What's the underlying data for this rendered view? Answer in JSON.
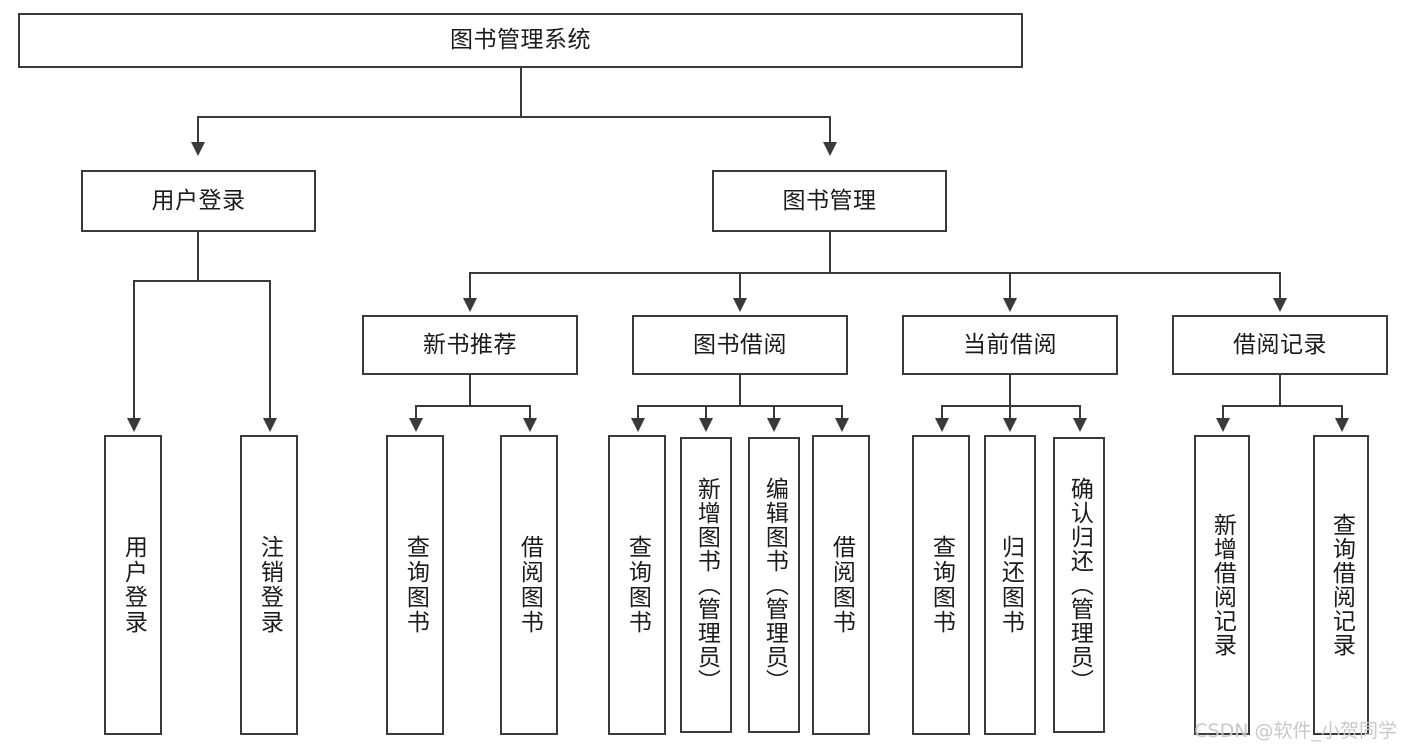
{
  "diagram": {
    "title": "图书管理系统",
    "type": "tree-hierarchy-chart",
    "orientation": "top-down",
    "accent_color": "#3a3a3a",
    "background_color": "#ffffff",
    "nodes": {
      "root": {
        "label": "图书管理系统"
      },
      "level2": [
        {
          "label": "用户登录"
        },
        {
          "label": "图书管理"
        }
      ],
      "level3": [
        {
          "label": "新书推荐"
        },
        {
          "label": "图书借阅"
        },
        {
          "label": "当前借阅"
        },
        {
          "label": "借阅记录"
        }
      ],
      "leaves": {
        "user_login": [
          {
            "label": "用户登录"
          },
          {
            "label": "注销登录"
          }
        ],
        "new_book_recommend": [
          {
            "label": "查询图书"
          },
          {
            "label": "借阅图书"
          }
        ],
        "book_borrow": [
          {
            "label": "查询图书"
          },
          {
            "label": "新增图书（管理员）"
          },
          {
            "label": "编辑图书（管理员）"
          },
          {
            "label": "借阅图书"
          }
        ],
        "current_borrow": [
          {
            "label": "查询图书"
          },
          {
            "label": "归还图书"
          },
          {
            "label": "确认归还（管理员）"
          }
        ],
        "borrow_record": [
          {
            "label": "新增借阅记录"
          },
          {
            "label": "查询借阅记录"
          }
        ]
      }
    }
  },
  "watermark": {
    "text": "CSDN @软件_小贺同学"
  }
}
